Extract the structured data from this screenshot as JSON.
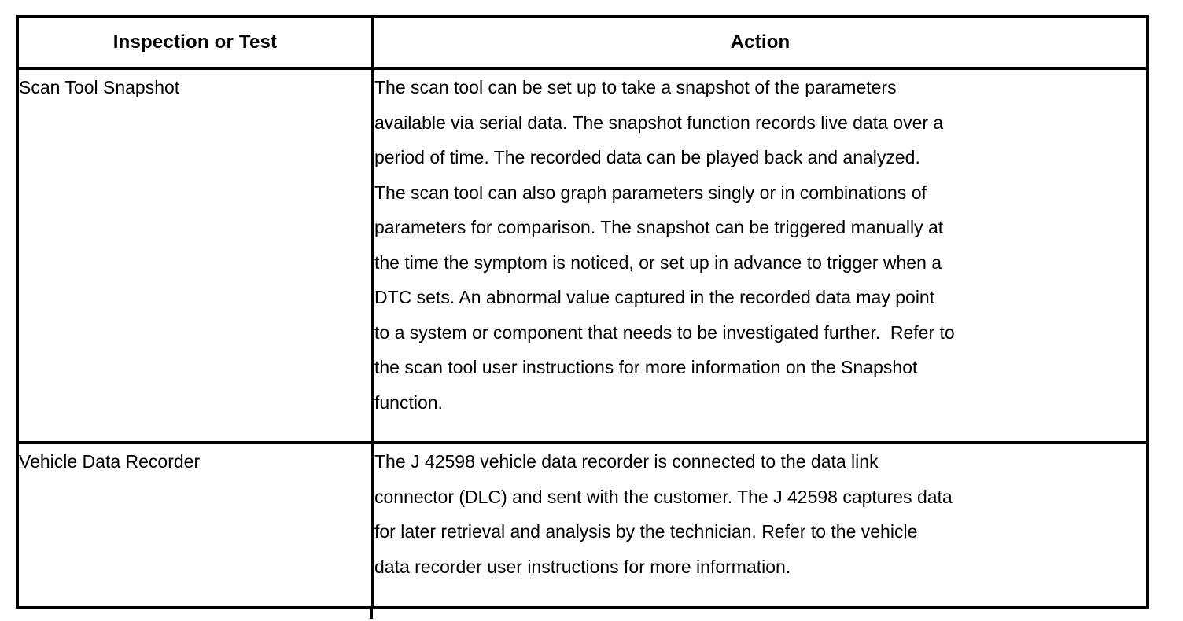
{
  "table": {
    "headers": [
      "Inspection or Test",
      "Action"
    ],
    "rows": [
      {
        "inspection": "Scan Tool Snapshot",
        "action_lines": [
          "The scan tool can be set up to take a snapshot of the parameters",
          "available via serial data. The snapshot function records live data over a",
          "period of time. The recorded data can be played back and analyzed.",
          "The scan tool can also graph parameters singly or in combinations of",
          "parameters for comparison. The snapshot can be triggered manually at",
          "the time the symptom is noticed, or set up in advance to trigger when a",
          "DTC sets. An abnormal value captured in the recorded data may point",
          "to a system or component that needs to be investigated further.  Refer to",
          "the scan tool user instructions for more information on the Snapshot",
          "function."
        ]
      },
      {
        "inspection": "Vehicle Data Recorder",
        "action_lines": [
          "The J 42598 vehicle data recorder is connected to the data link",
          "connector (DLC) and sent with the customer. The J 42598 captures data",
          "for later retrieval and analysis by the technician. Refer to the vehicle",
          "data recorder user instructions for more information."
        ]
      }
    ]
  },
  "colors": {
    "border": "#000000",
    "text": "#000000",
    "background": "#ffffff"
  }
}
